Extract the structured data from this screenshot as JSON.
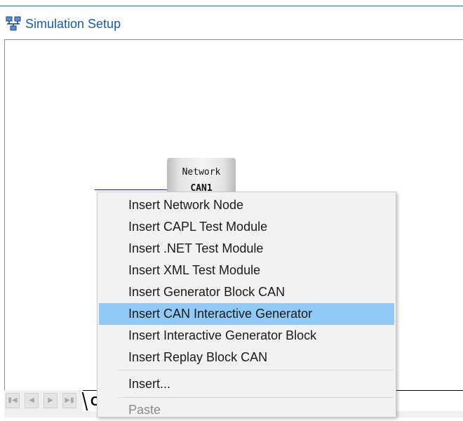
{
  "window": {
    "title": "Simulation Setup",
    "title_icon": "network-setup-icon"
  },
  "canvas": {
    "node": {
      "line1": "Network",
      "line2": "CAN1"
    }
  },
  "tabs": {
    "active_label": "C",
    "nav_icons": [
      "first-icon",
      "prev-icon",
      "next-icon",
      "last-icon"
    ]
  },
  "context_menu": {
    "items": [
      {
        "label": "Insert Network Node"
      },
      {
        "label": "Insert CAPL Test Module"
      },
      {
        "label": "Insert .NET Test Module"
      },
      {
        "label": "Insert XML Test Module"
      },
      {
        "label": "Insert Generator Block CAN"
      },
      {
        "label": "Insert CAN Interactive Generator",
        "selected": true
      },
      {
        "label": "Insert Interactive Generator Block"
      },
      {
        "label": "Insert Replay Block CAN"
      },
      {
        "label": "Insert..."
      },
      {
        "label": "Paste",
        "disabled": true
      }
    ]
  },
  "colors": {
    "selection": "#91c9f7",
    "title_text": "#1a5aa8",
    "bus_line": "#1a1a6a"
  }
}
